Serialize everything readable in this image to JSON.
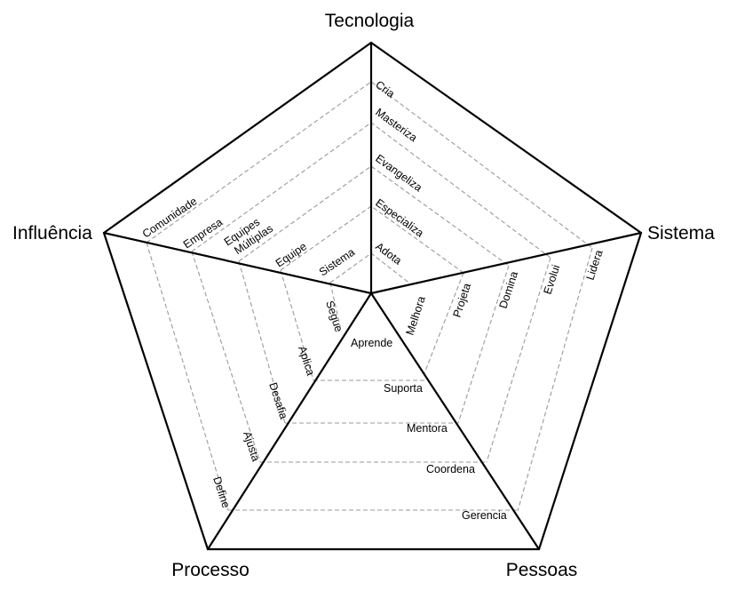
{
  "axes": {
    "tecnologia": "Tecnologia",
    "sistema": "Sistema",
    "pessoas": "Pessoas",
    "processo": "Processo",
    "influencia": "Influência"
  },
  "levels": {
    "tecnologia": [
      "Adota",
      "Especializa",
      "Evangeliza",
      "Masteriza",
      "Cria"
    ],
    "sistema": [
      "Melhora",
      "Projeta",
      "Domina",
      "Evolui",
      "Lidera"
    ],
    "pessoas": [
      "Aprende",
      "Suporta",
      "Mentora",
      "Coordena",
      "Gerencia"
    ],
    "processo": [
      "Segue",
      "Aplica",
      "Desafia",
      "Ajusta",
      "Define"
    ],
    "influencia": [
      "Sistema",
      "Equipe",
      "Equipes Múltiplas",
      "Empresa",
      "Comunidade"
    ]
  }
}
